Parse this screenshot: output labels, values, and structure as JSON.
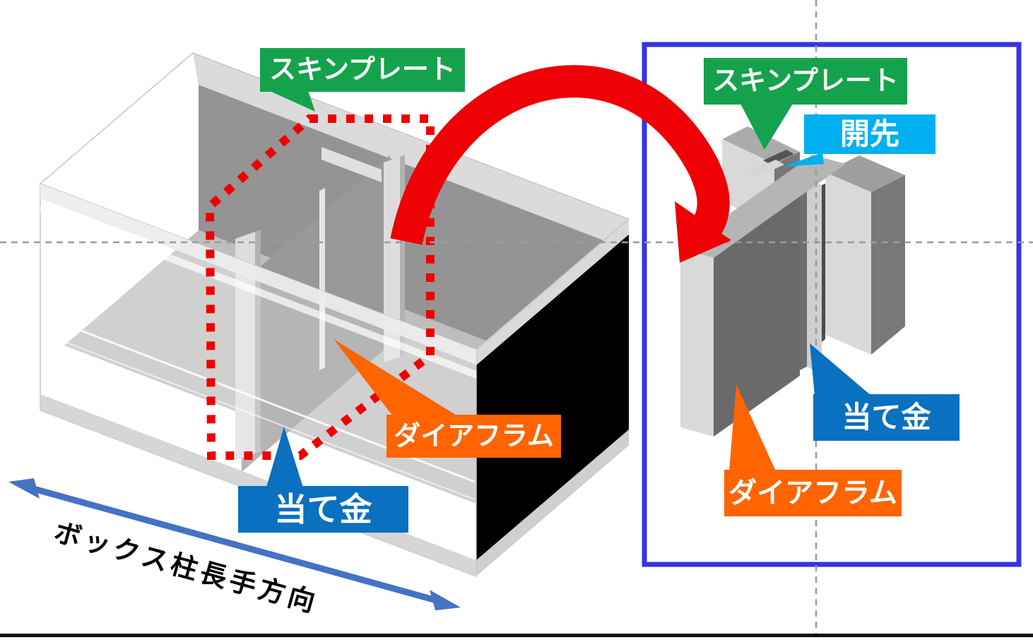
{
  "labels": {
    "skin_plate_left": "スキンプレート",
    "skin_plate_right": "スキンプレート",
    "groove": "開先",
    "backing_metal_left": "当て金",
    "backing_metal_right": "当て金",
    "diaphragm_left": "ダイアフラム",
    "diaphragm_right": "ダイアフラム",
    "axis_direction": "ボックス柱長手方向"
  },
  "colors": {
    "skin_plate_label": "#15A24C",
    "groove_label": "#00B0F0",
    "backing_metal_label": "#0A70C0",
    "diaphragm_label": "#FF6400",
    "section_outline": "#EE0000",
    "zoom_arrow": "#EE0005",
    "detail_border": "#3535E0",
    "axis_arrow": "#4472C4",
    "guide_dashes": "#9B9B9B",
    "steel_dark": "#5D5D5D",
    "steel_mid": "#9D9D9D",
    "steel_light": "#D9D9D9",
    "section_black": "#000000"
  }
}
